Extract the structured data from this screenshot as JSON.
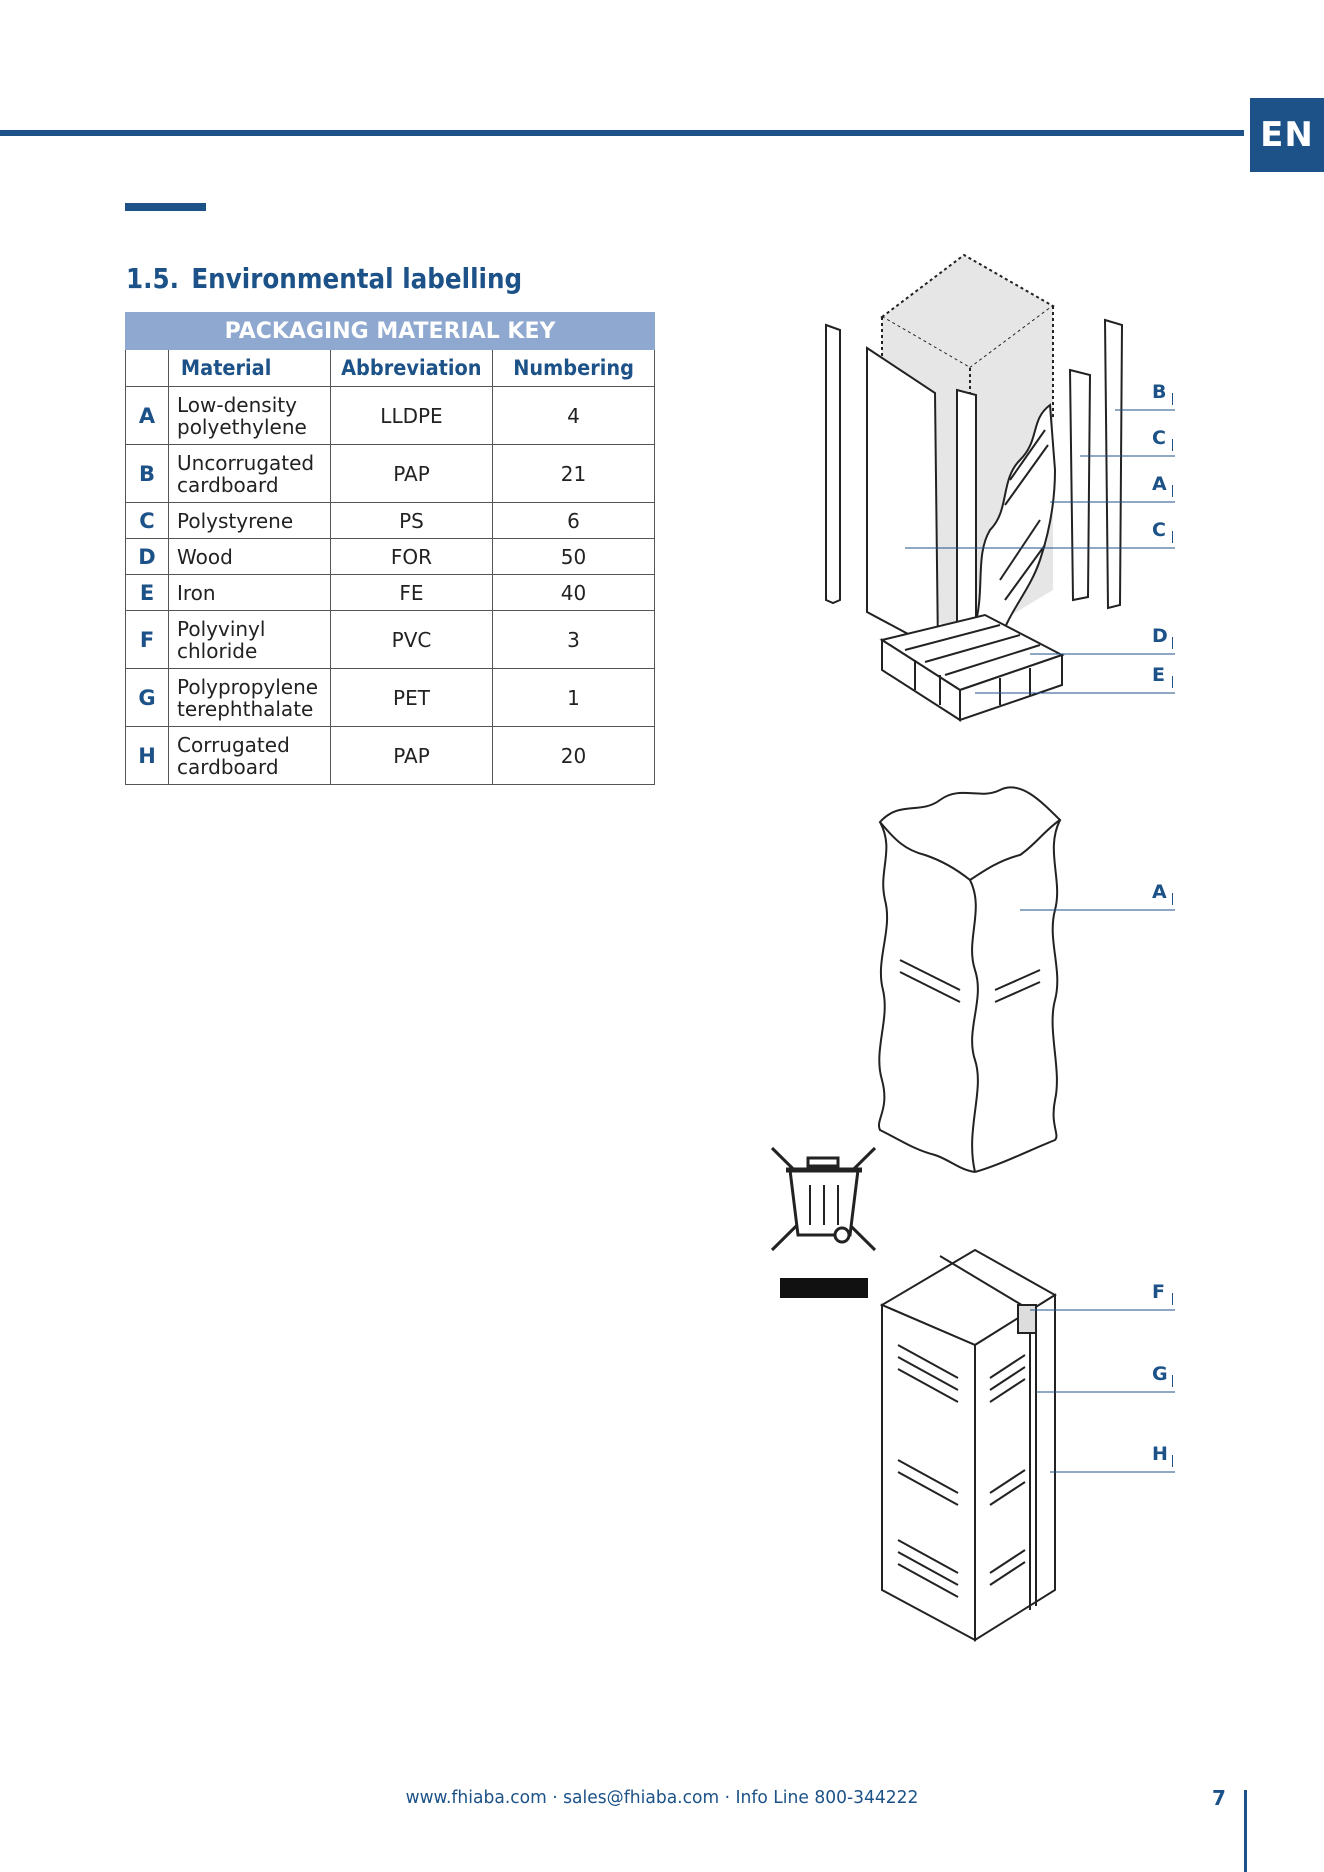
{
  "header": {
    "language": "EN"
  },
  "section": {
    "number": "1.5.",
    "title": "Environmental labelling"
  },
  "table": {
    "caption": "PACKAGING MATERIAL KEY",
    "columns": [
      "Material",
      "Abbreviation",
      "Numbering"
    ],
    "rows": [
      {
        "letter": "A",
        "material": [
          "Low-density",
          "polyethylene"
        ],
        "abbreviation": "LLDPE",
        "numbering": "4"
      },
      {
        "letter": "B",
        "material": [
          "Uncorrugated",
          "cardboard"
        ],
        "abbreviation": "PAP",
        "numbering": "21"
      },
      {
        "letter": "C",
        "material": [
          "Polystyrene"
        ],
        "abbreviation": "PS",
        "numbering": "6"
      },
      {
        "letter": "D",
        "material": [
          "Wood"
        ],
        "abbreviation": "FOR",
        "numbering": "50"
      },
      {
        "letter": "E",
        "material": [
          "Iron"
        ],
        "abbreviation": "FE",
        "numbering": "40"
      },
      {
        "letter": "F",
        "material": [
          "Polyvinyl",
          "chloride"
        ],
        "abbreviation": "PVC",
        "numbering": "3"
      },
      {
        "letter": "G",
        "material": [
          "Polypropylene",
          "terephthalate"
        ],
        "abbreviation": "PET",
        "numbering": "1"
      },
      {
        "letter": "H",
        "material": [
          "Corrugated",
          "cardboard"
        ],
        "abbreviation": "PAP",
        "numbering": "20"
      }
    ]
  },
  "illustrations": {
    "top_callouts": [
      "B",
      "C",
      "A",
      "C",
      "D",
      "E"
    ],
    "middle_callouts": [
      "A"
    ],
    "bottom_callouts": [
      "F",
      "G",
      "H"
    ],
    "weee_icon": "crossed-out-wheelie-bin-icon"
  },
  "footer": {
    "contact": "www.fhiaba.com · sales@fhiaba.com · Info Line 800-344222",
    "page_number": "7"
  },
  "colors": {
    "brand_blue": "#1c5288",
    "table_caption_bg": "#8fa8cf",
    "illustration_fill": "#e6e6e6"
  }
}
